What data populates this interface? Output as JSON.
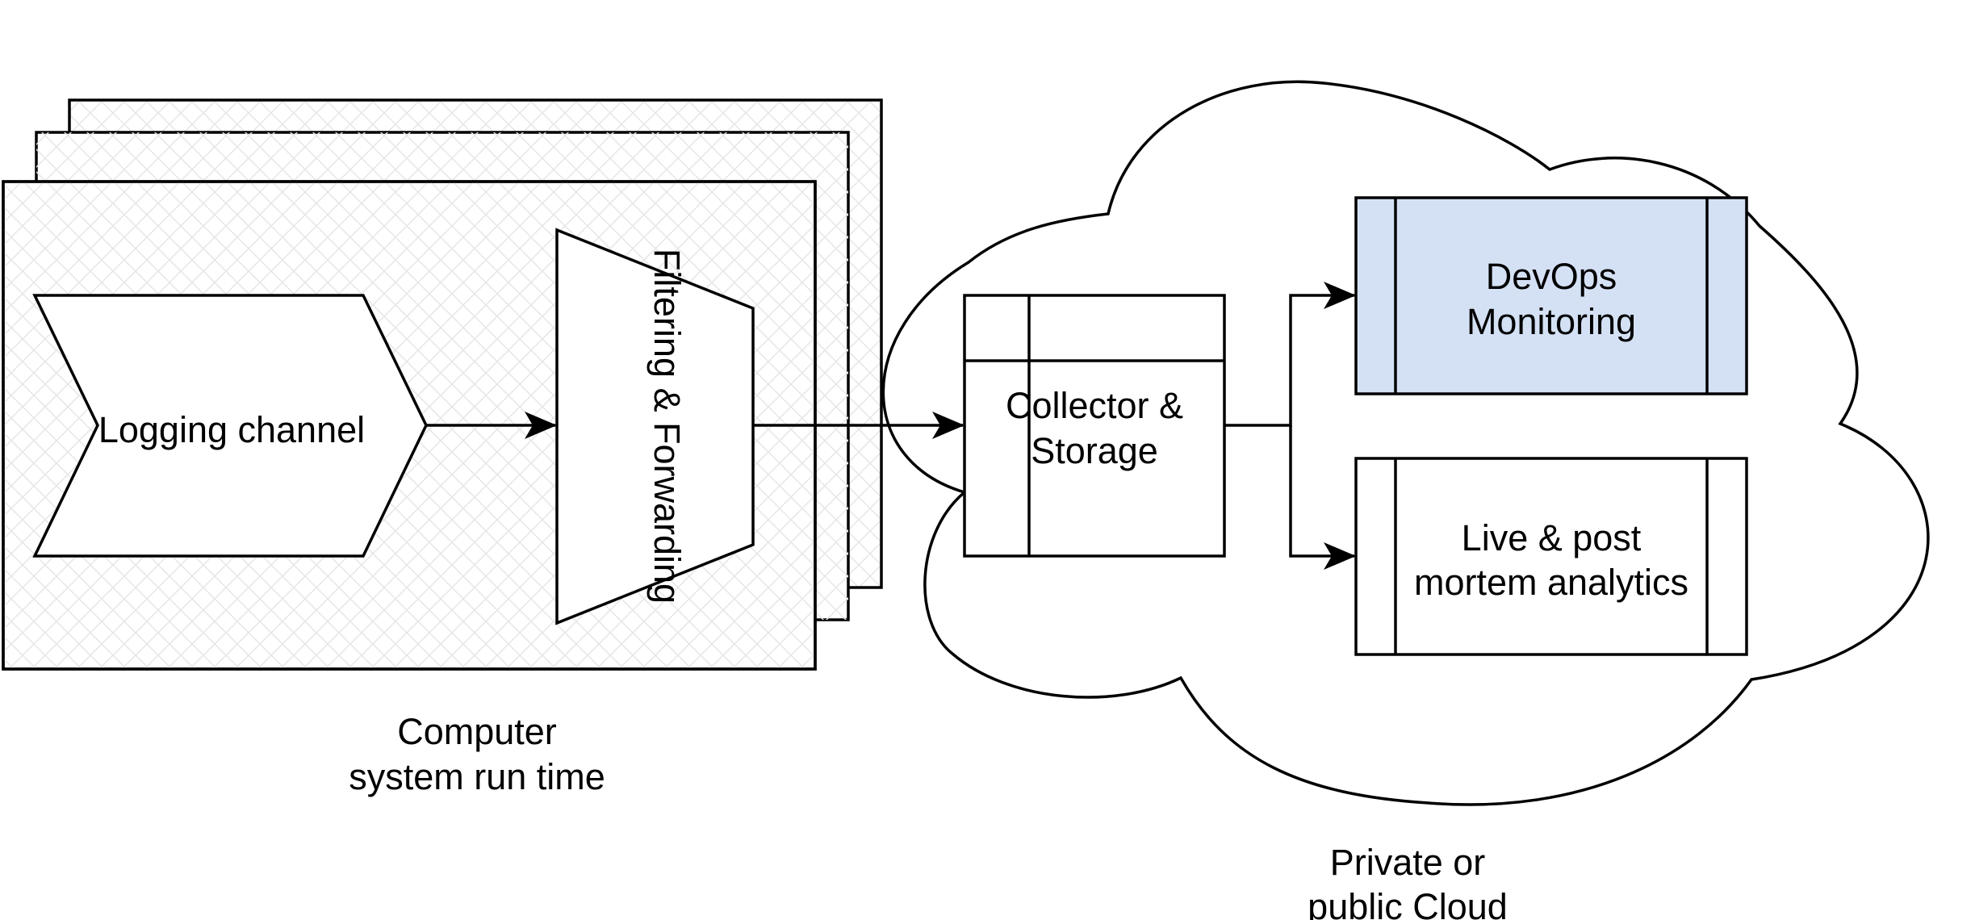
{
  "diagram": {
    "nodes": {
      "logging_channel": {
        "label": "Logging channel"
      },
      "filtering_forwarding": {
        "label": "Filtering & Forwarding"
      },
      "collector_storage": {
        "lines": [
          "Collector &",
          "Storage"
        ]
      },
      "devops_monitoring": {
        "lines": [
          "DevOps",
          "Monitoring"
        ]
      },
      "analytics": {
        "lines": [
          "Live & post",
          "mortem analytics"
        ]
      }
    },
    "groups": {
      "computer_system": {
        "lines": [
          "Computer",
          "system run time"
        ]
      },
      "cloud": {
        "lines": [
          "Private or",
          "public Cloud"
        ]
      }
    },
    "edges": [
      {
        "from": "logging_channel",
        "to": "filtering_forwarding"
      },
      {
        "from": "filtering_forwarding",
        "to": "collector_storage"
      },
      {
        "from": "collector_storage",
        "to": "devops_monitoring"
      },
      {
        "from": "collector_storage",
        "to": "analytics"
      }
    ],
    "colors": {
      "stroke": "#000000",
      "highlight_fill": "#d4e1f5",
      "hatch": "#e6e6e6",
      "background": "#ffffff"
    }
  }
}
